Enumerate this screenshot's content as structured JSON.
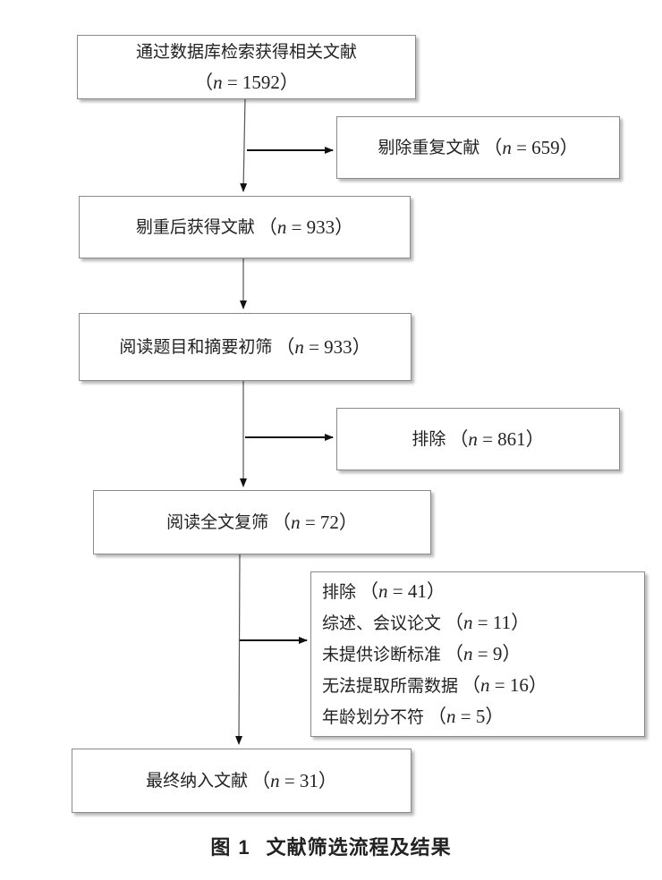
{
  "nodes": {
    "search": {
      "label": "通过数据库检索获得相关文献",
      "count": "（n = 1592）"
    },
    "duplicates": {
      "label": "剔除重复文献",
      "count": "（n = 659）"
    },
    "dedup": {
      "label": "剔重后获得文献",
      "count": "（n = 933）"
    },
    "screen": {
      "label": "阅读题目和摘要初筛",
      "count": "（n = 933）"
    },
    "excluded1": {
      "label": "排除",
      "count": "（n = 861）"
    },
    "fulltext": {
      "label": "阅读全文复筛",
      "count": "（n = 72）"
    },
    "excluded2": {
      "items": [
        {
          "label": "排除",
          "count": "（n = 41）"
        },
        {
          "label": "综述、会议论文",
          "count": "（n = 11）"
        },
        {
          "label": "未提供诊断标准",
          "count": "（n = 9）"
        },
        {
          "label": "无法提取所需数据",
          "count": "（n = 16）"
        },
        {
          "label": "年龄划分不符",
          "count": "（n = 5）"
        }
      ]
    },
    "included": {
      "label": "最终纳入文献",
      "count": "（n = 31）"
    }
  },
  "caption": {
    "figure": "图",
    "number": "1",
    "title": "文献筛选流程及结果"
  }
}
